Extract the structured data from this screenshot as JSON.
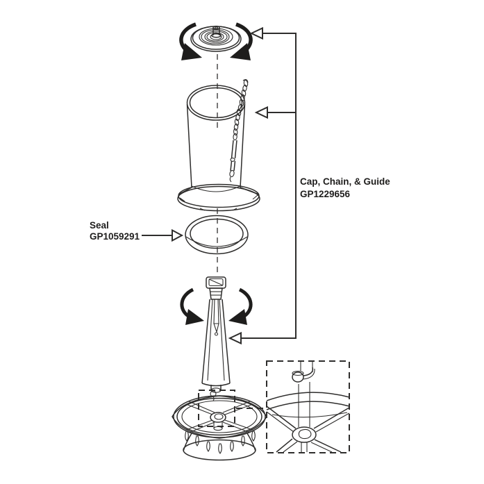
{
  "colors": {
    "line": "#2e2d2c",
    "background": "#ffffff",
    "text": "#1e1d1c"
  },
  "callouts": {
    "seal": {
      "title": "Seal",
      "part_number": "GP1059291"
    },
    "cap_chain_guide": {
      "title": "Cap, Chain, & Guide",
      "part_number": "GP1229656"
    }
  }
}
